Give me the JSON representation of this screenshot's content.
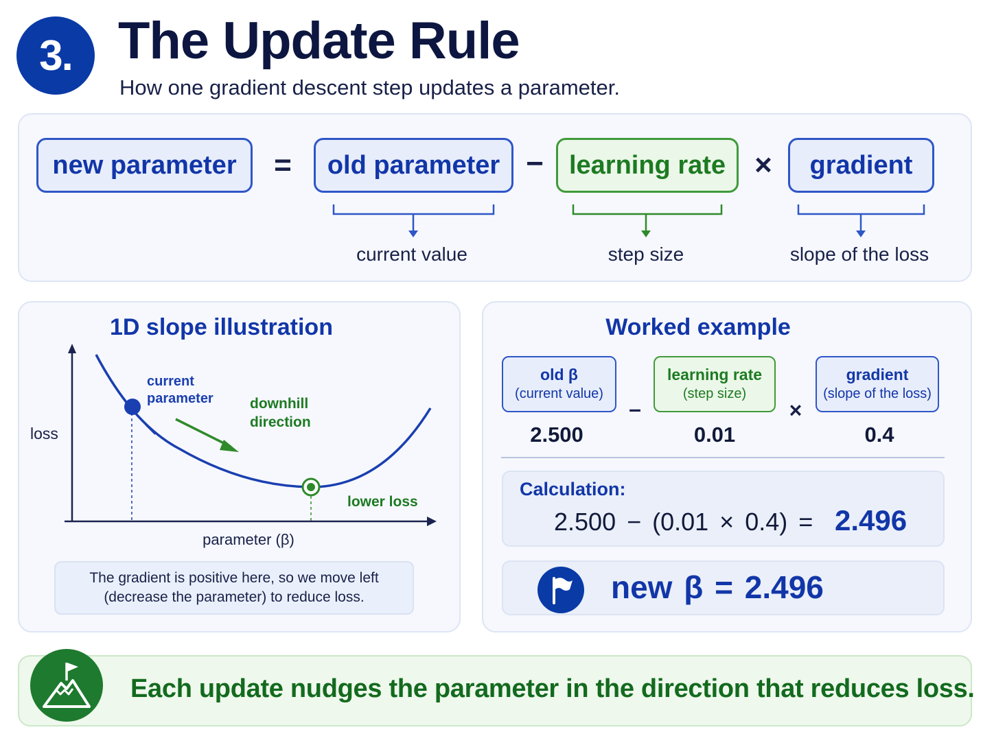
{
  "header": {
    "step_number": "3.",
    "title": "The Update Rule",
    "subtitle": "How one  gradient descent step updates a parameter."
  },
  "formula": {
    "new_parameter": "new parameter",
    "equals": "=",
    "old_parameter": "old parameter",
    "minus": "−",
    "learning_rate": "learning rate",
    "times": "×",
    "gradient": "gradient",
    "old_parameter_note": "current value",
    "learning_rate_note": "step size",
    "gradient_note": "slope of the loss"
  },
  "slope_illustration": {
    "title": "1D slope illustration",
    "y_label": "loss",
    "x_label": "parameter (β)",
    "current_point_label": [
      "current",
      "parameter"
    ],
    "direction_label": [
      "downhill",
      "direction"
    ],
    "minimum_label": "lower loss",
    "note": "The gradient is positive here, so we move left (decrease the parameter) to reduce loss."
  },
  "worked_example": {
    "title": "Worked example",
    "old": {
      "title": "old β",
      "subtitle": "(current value)",
      "value": "2.500"
    },
    "minus": "–",
    "learning_rate": {
      "title": "learning rate",
      "subtitle": "(step size)",
      "value": "0.01"
    },
    "times": "×",
    "gradient": {
      "title": "gradient",
      "subtitle": "(slope of the loss)",
      "value": "0.4"
    },
    "calculation_label": "Calculation:",
    "calculation_expression": "2.500 − (0.01 × 0.4) =",
    "calculation_result": "2.496",
    "result": "new β = 2.496"
  },
  "takeaway": {
    "text": "Each update nudges the parameter in the direction that reduces loss."
  },
  "colors": {
    "primary_blue": "#0a3aa6",
    "text_blue": "#1236a8",
    "accent_green": "#1d7a22",
    "panel_background": "#f6f8fd"
  },
  "icons": {
    "result_icon": "flag-icon",
    "takeaway_icon": "mountain-flag-icon"
  }
}
